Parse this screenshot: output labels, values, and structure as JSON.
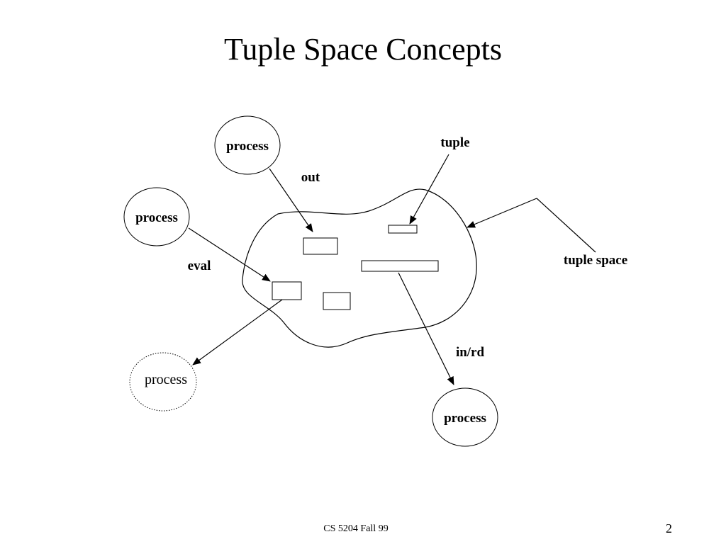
{
  "slide": {
    "title": "Tuple Space Concepts",
    "footer": "CS 5204 Fall 99",
    "page_number": "2"
  },
  "diagram": {
    "processes": [
      "process",
      "process",
      "process",
      "process"
    ],
    "operations": {
      "out": "out",
      "eval": "eval",
      "in_rd": "in/rd"
    },
    "labels": {
      "tuple": "tuple",
      "tuple_space": "tuple space"
    }
  }
}
